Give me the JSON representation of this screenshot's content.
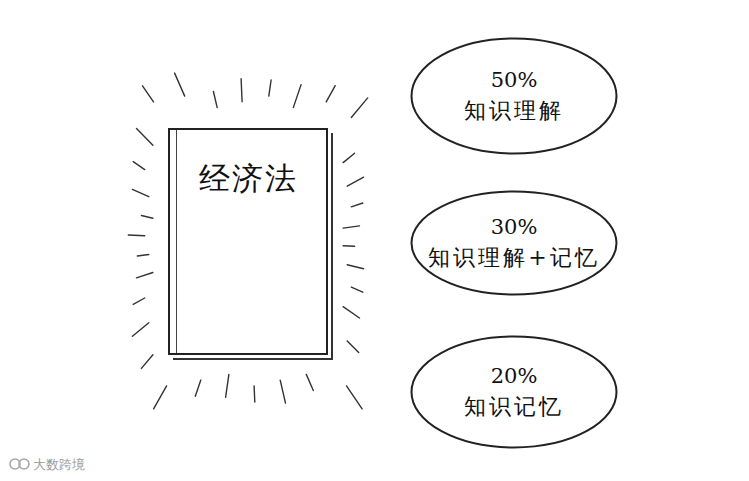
{
  "diagram": {
    "nodes": [
      {
        "text": [
          "经济法"
        ]
      },
      {
        "text": [
          "50%",
          "知识理解"
        ]
      },
      {
        "text": [
          "30%",
          "知识理解+记忆"
        ]
      },
      {
        "text": [
          "20%",
          "知识记忆"
        ]
      }
    ],
    "labels": [
      "大数跨境"
    ]
  }
}
